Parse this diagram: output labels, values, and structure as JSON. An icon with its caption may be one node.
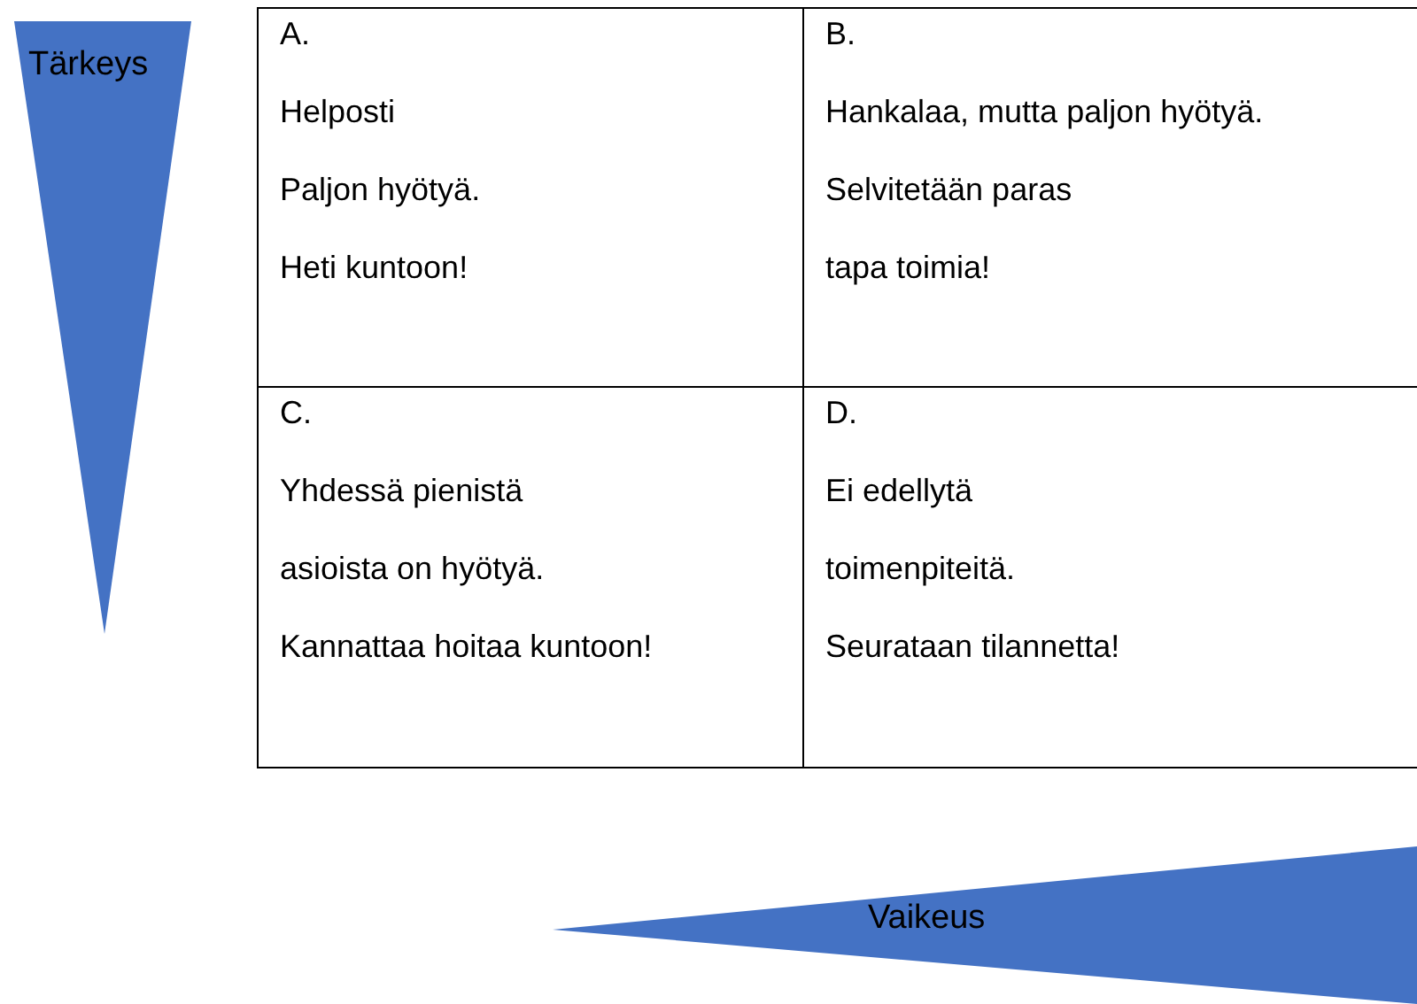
{
  "diagram": {
    "nodes": [
      {
        "text": [
          "Tärkeys"
        ]
      },
      {
        "text": [
          "A.",
          "Helposti",
          "Paljon hyötyä.",
          "Heti kuntoon!"
        ]
      },
      {
        "text": [
          "B.",
          "Hankalaa, mutta paljon hyötyä.",
          "Selvitetään paras",
          "tapa toimia!"
        ]
      },
      {
        "text": [
          "C.",
          "Yhdessä pienistä",
          "asioista on hyötyä.",
          "Kannattaa hoitaa kuntoon!"
        ]
      },
      {
        "text": [
          "D.",
          "Ei edellytä",
          "toimenpiteitä.",
          "Seurataan tilannetta!"
        ]
      },
      {
        "text": [
          "Vaikeus"
        ]
      }
    ]
  }
}
